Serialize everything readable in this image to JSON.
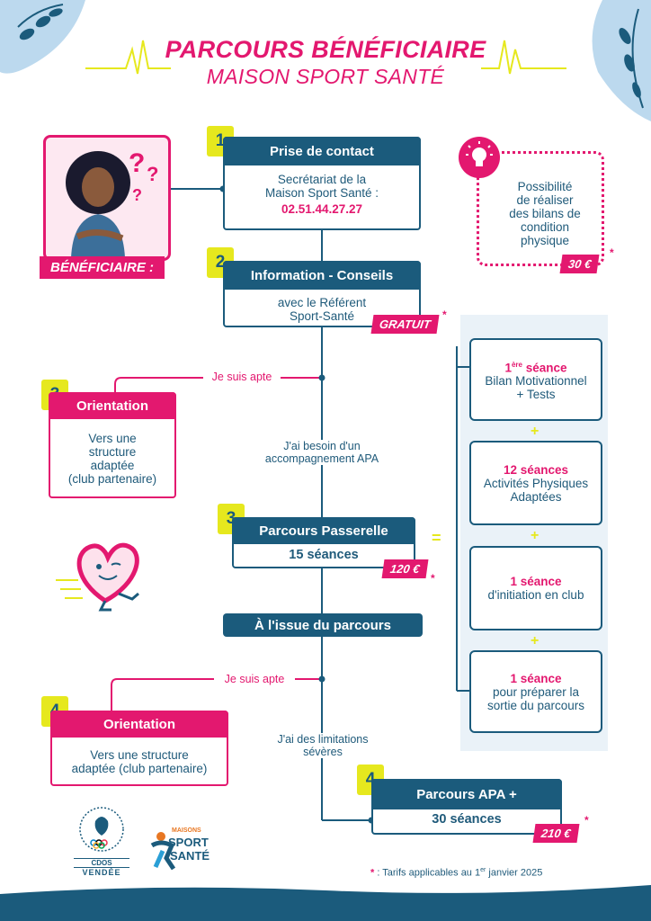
{
  "title": {
    "line1": "PARCOURS BÉNÉFICIAIRE",
    "line2": "MAISON SPORT SANTÉ"
  },
  "beneficiary_label": "BÉNÉFICIAIRE :",
  "step1": {
    "number": "1",
    "header": "Prise de contact",
    "line1": "Secrétariat de la",
    "line2": "Maison Sport Santé :",
    "phone": "02.51.44.27.27"
  },
  "step2": {
    "number": "2",
    "header": "Information - Conseils",
    "line1": "avec le Référent",
    "line2": "Sport-Santé",
    "price": "GRATUIT"
  },
  "bilan": {
    "line1": "Possibilité",
    "line2": "de réaliser",
    "line3": "des bilans de",
    "line4": "condition",
    "line5": "physique",
    "price": "30 €"
  },
  "label_apte1": "Je suis apte",
  "orientation1": {
    "number": "3",
    "header": "Orientation",
    "line1": "Vers une",
    "line2": "structure",
    "line3": "adaptée",
    "line4": "(club partenaire)"
  },
  "label_besoin": {
    "line1": "J'ai besoin d'un",
    "line2": "accompagnement APA"
  },
  "passerelle": {
    "number": "3",
    "header": "Parcours Passerelle",
    "sessions": "15 séances",
    "price": "120 €",
    "equals": "="
  },
  "issue": {
    "header": "À l'issue du parcours"
  },
  "label_apte2": "Je suis apte",
  "orientation2": {
    "number": "4",
    "header": "Orientation",
    "line1": "Vers une structure",
    "line2": "adaptée (club partenaire)"
  },
  "label_limitations": {
    "line1": "J'ai des limitations",
    "line2": "sévères"
  },
  "apa": {
    "number": "4",
    "header": "Parcours APA +",
    "sessions": "30 séances",
    "price": "210 €"
  },
  "sessions": [
    {
      "title_num": "1",
      "title_sup": "ère",
      "title_rest": " séance",
      "line1": "Bilan Motivationnel",
      "line2": "+ Tests"
    },
    {
      "title": "12 séances",
      "line1": "Activités Physiques",
      "line2": "Adaptées"
    },
    {
      "title": "1 séance",
      "line1": "d'initiation en club",
      "line2": ""
    },
    {
      "title": "1 séance",
      "line1": "pour préparer la",
      "line2": "sortie du parcours"
    }
  ],
  "plus": "+",
  "star": "*",
  "footer_note": {
    "prefix": ": Tarifs applicables au 1",
    "sup": "er",
    "suffix": " janvier 2025"
  },
  "logos": {
    "cdos": "VENDÉE",
    "cdos_top": "CDOS",
    "mss_line1": "MAISONS",
    "mss_line2": "SPORT",
    "mss_line3": "SANTÉ"
  },
  "colors": {
    "navy": "#1b5b7c",
    "pink": "#e3186f",
    "yellow": "#e6e81e"
  }
}
